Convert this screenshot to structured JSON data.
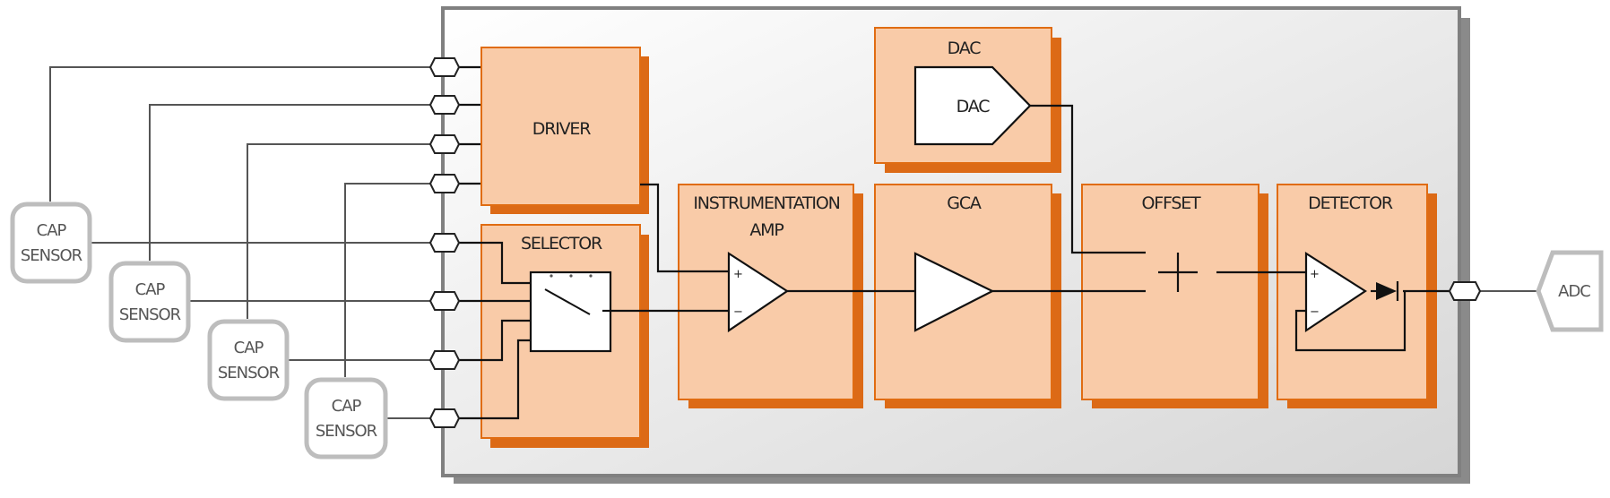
{
  "blocks": {
    "driver": "DRIVER",
    "selector": "SELECTOR",
    "instr_line1": "INSTRUMENTATION",
    "instr_line2": "AMP",
    "dac_block": "DAC",
    "dac_symbol": "DAC",
    "gca": "GCA",
    "offset": "OFFSET",
    "detector": "DETECTOR"
  },
  "sensors": [
    {
      "line1": "CAP",
      "line2": "SENSOR"
    },
    {
      "line1": "CAP",
      "line2": "SENSOR"
    },
    {
      "line1": "CAP",
      "line2": "SENSOR"
    },
    {
      "line1": "CAP",
      "line2": "SENSOR"
    }
  ],
  "adc": "ADC",
  "opamp_signs": {
    "plus": "+",
    "minus": "−"
  },
  "colors": {
    "block_fill": "#f9cba8",
    "block_border": "#e06c12",
    "block_shadow": "#dc6a16",
    "chip_gradient_start": "#ffffff",
    "chip_gradient_end": "#d9d9d9",
    "chip_border": "#808080",
    "sensor_border": "#bdbdbd"
  }
}
